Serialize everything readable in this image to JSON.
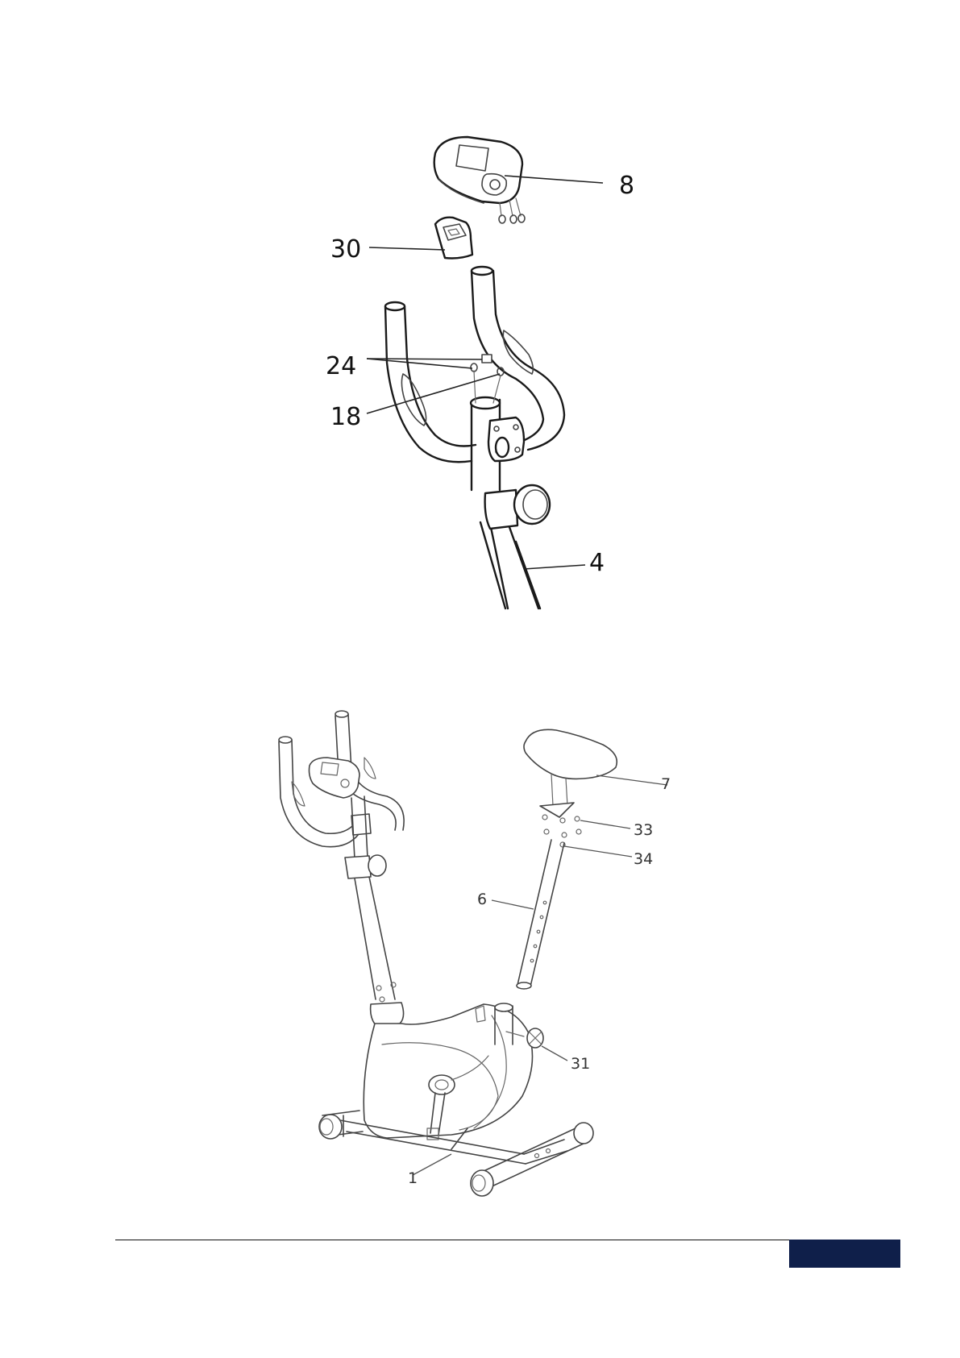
{
  "diagram_top": {
    "labels": {
      "console": "8",
      "console_cover": "30",
      "bolt": "24",
      "washer": "18",
      "front_post": "4"
    }
  },
  "diagram_bottom": {
    "labels": {
      "seat": "7",
      "washer": "33",
      "nut": "34",
      "seat_post": "6",
      "knob": "31",
      "frame": "1"
    }
  },
  "colors": {
    "ink": "#1a1a1a",
    "footer_badge": "#0f1f4a"
  }
}
